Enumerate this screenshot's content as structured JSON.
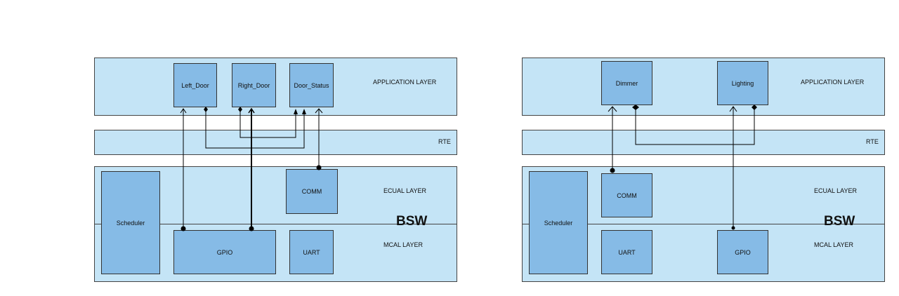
{
  "colors": {
    "layer_fill": "#c4e4f6",
    "box_fill": "#86bbe6",
    "line": "#000000"
  },
  "left": {
    "application_layer": "APPLICATION LAYER",
    "rte": "RTE",
    "ecual_layer": "ECUAL LAYER",
    "mcal_layer": "MCAL LAYER",
    "bsw": "BSW",
    "components": {
      "left_door": "Left_Door",
      "right_door": "Right_Door",
      "door_status": "Door_Status",
      "scheduler": "Scheduler",
      "comm": "COMM",
      "gpio": "GPIO",
      "uart": "UART"
    }
  },
  "right": {
    "application_layer": "APPLICATION LAYER",
    "rte": "RTE",
    "ecual_layer": "ECUAL LAYER",
    "mcal_layer": "MCAL LAYER",
    "bsw": "BSW",
    "components": {
      "dimmer": "Dimmer",
      "lighting": "Lighting",
      "scheduler": "Scheduler",
      "comm": "COMM",
      "uart": "UART",
      "gpio": "GPIO"
    }
  }
}
